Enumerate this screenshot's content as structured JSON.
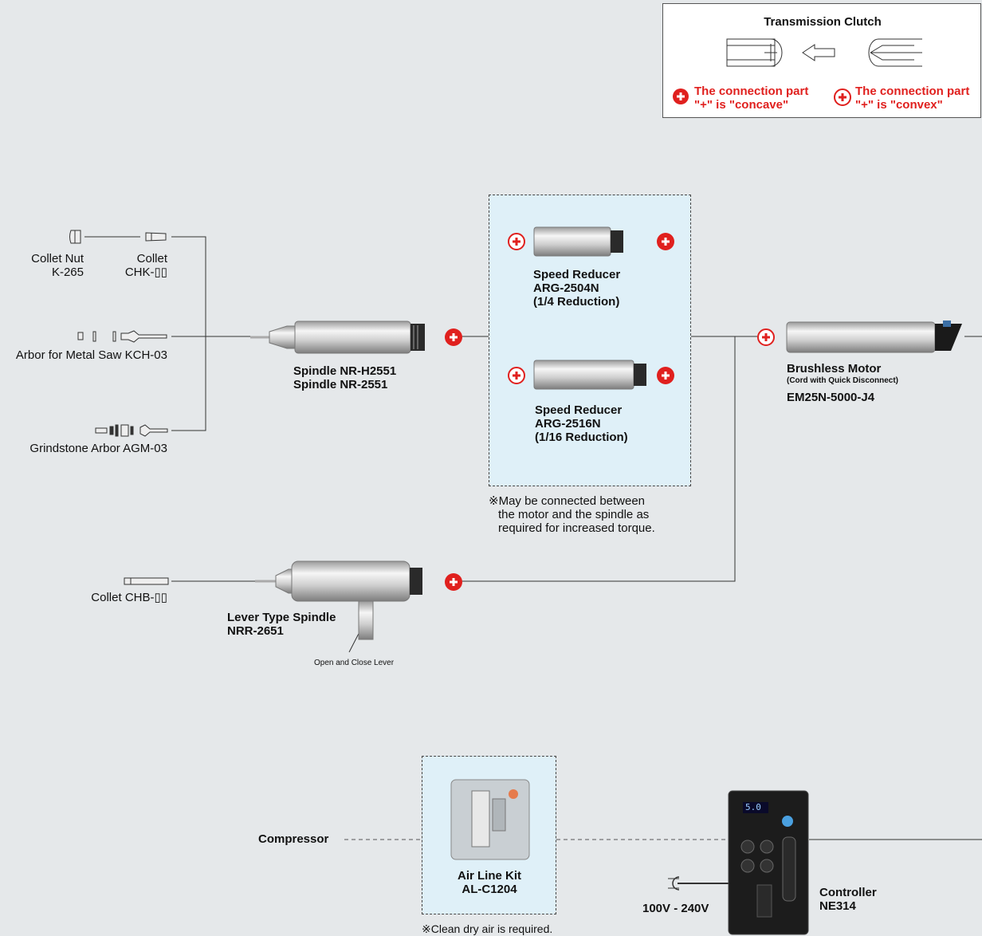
{
  "legend": {
    "title": "Transmission Clutch",
    "concave_line1": "The connection part",
    "concave_line2": "\"+\" is \"concave\"",
    "convex_line1": "The connection part",
    "convex_line2": "\"+\" is \"convex\""
  },
  "accessories": {
    "collet_nut_name": "Collet Nut",
    "collet_nut_model": "K-265",
    "collet_name": "Collet",
    "collet_model": "CHK-▯▯",
    "metal_saw": "Arbor for Metal Saw  KCH-03",
    "grindstone": "Grindstone Arbor  AGM-03",
    "collet_chb": "Collet  CHB-▯▯"
  },
  "spindle": {
    "line1": "Spindle  NR-H2551",
    "line2": "Spindle  NR-2551"
  },
  "reducer1": {
    "name": "Speed Reducer",
    "model": "ARG-2504N",
    "ratio": "(1/4 Reduction)"
  },
  "reducer2": {
    "name": "Speed Reducer",
    "model": "ARG-2516N",
    "ratio": "(1/16 Reduction)"
  },
  "reducer_note": {
    "line1": "※May be connected between",
    "line2": "the motor and the spindle as",
    "line3": "required for increased torque."
  },
  "motor": {
    "name": "Brushless Motor",
    "sub": "(Cord with Quick Disconnect)",
    "model": "EM25N-5000-J4"
  },
  "lever_spindle": {
    "name": "Lever Type Spindle",
    "model": "NRR-2651",
    "lever_label": "Open and Close Lever"
  },
  "air": {
    "compressor": "Compressor",
    "kit_name": "Air Line Kit",
    "kit_model": "AL-C1204",
    "note": "※Clean dry air is required."
  },
  "controller": {
    "voltage": "100V - 240V",
    "name": "Controller",
    "model": "NE314",
    "display": "5.0"
  },
  "colors": {
    "background": "#e5e8ea",
    "accent_red": "#e0201e",
    "reducer_box": "#dff0f8"
  }
}
